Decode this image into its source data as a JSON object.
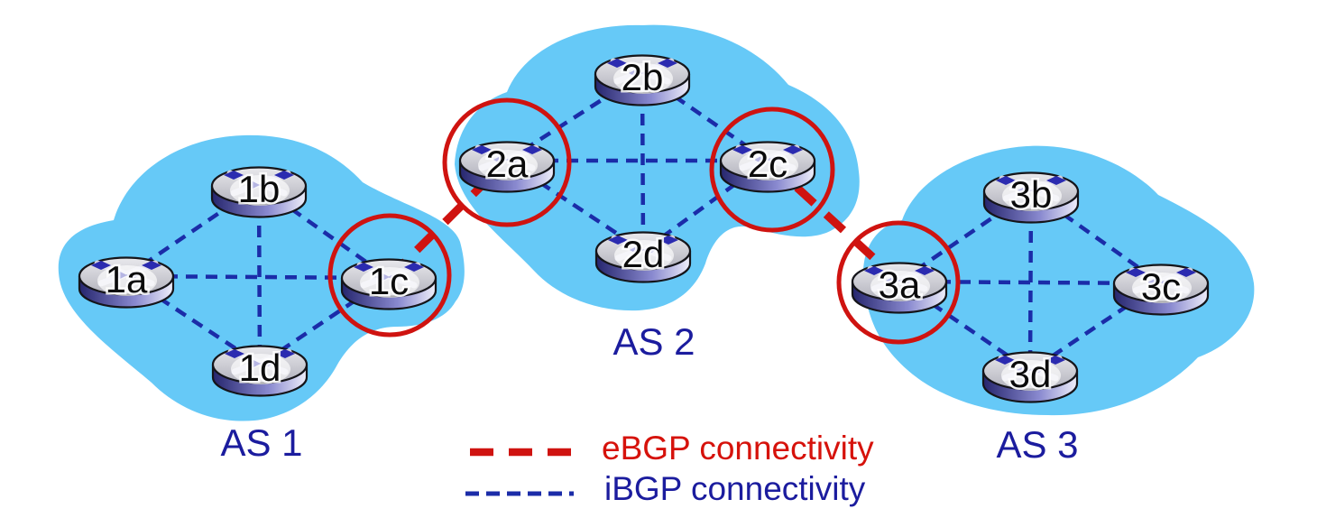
{
  "diagram": {
    "as_groups": [
      {
        "label": "AS 1",
        "routers": [
          {
            "label": "1a"
          },
          {
            "label": "1b"
          },
          {
            "label": "1c"
          },
          {
            "label": "1d"
          }
        ],
        "ibgp_links": [
          [
            "1a",
            "1b"
          ],
          [
            "1a",
            "1c"
          ],
          [
            "1a",
            "1d"
          ],
          [
            "1b",
            "1c"
          ],
          [
            "1b",
            "1d"
          ],
          [
            "1c",
            "1d"
          ]
        ]
      },
      {
        "label": "AS 2",
        "routers": [
          {
            "label": "2a"
          },
          {
            "label": "2b"
          },
          {
            "label": "2c"
          },
          {
            "label": "2d"
          }
        ],
        "ibgp_links": [
          [
            "2a",
            "2b"
          ],
          [
            "2a",
            "2c"
          ],
          [
            "2a",
            "2d"
          ],
          [
            "2b",
            "2c"
          ],
          [
            "2b",
            "2d"
          ],
          [
            "2c",
            "2d"
          ]
        ]
      },
      {
        "label": "AS 3",
        "routers": [
          {
            "label": "3a"
          },
          {
            "label": "3b"
          },
          {
            "label": "3c"
          },
          {
            "label": "3d"
          }
        ],
        "ibgp_links": [
          [
            "3a",
            "3b"
          ],
          [
            "3a",
            "3c"
          ],
          [
            "3a",
            "3d"
          ],
          [
            "3b",
            "3c"
          ],
          [
            "3b",
            "3d"
          ],
          [
            "3c",
            "3d"
          ]
        ]
      }
    ],
    "gateway_routers_circled": [
      "1c",
      "2a",
      "2c",
      "3a"
    ],
    "ebgp_links": [
      [
        "1c",
        "2a"
      ],
      [
        "2c",
        "3a"
      ]
    ],
    "legend": {
      "ebgp_label": "eBGP connectivity",
      "ibgp_label": "iBGP connectivity"
    },
    "colors": {
      "as_cloud_fill": "#66C9F7",
      "ibgp_line": "#1B2CA8",
      "ebgp_line": "#CF1310",
      "as_label_text": "#1B1C9E",
      "ebgp_legend_text": "#D6120B"
    }
  }
}
